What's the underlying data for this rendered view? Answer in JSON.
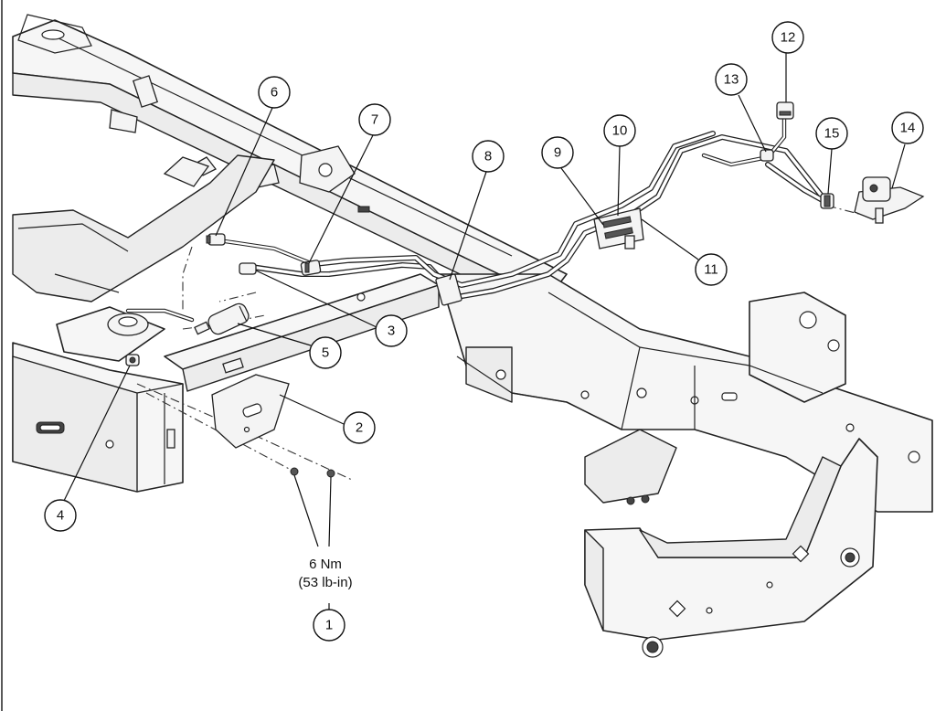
{
  "callouts": [
    {
      "id": "1",
      "label": "1"
    },
    {
      "id": "2",
      "label": "2"
    },
    {
      "id": "3",
      "label": "3"
    },
    {
      "id": "4",
      "label": "4"
    },
    {
      "id": "5",
      "label": "5"
    },
    {
      "id": "6",
      "label": "6"
    },
    {
      "id": "7",
      "label": "7"
    },
    {
      "id": "8",
      "label": "8"
    },
    {
      "id": "9",
      "label": "9"
    },
    {
      "id": "10",
      "label": "10"
    },
    {
      "id": "11",
      "label": "11"
    },
    {
      "id": "12",
      "label": "12"
    },
    {
      "id": "13",
      "label": "13"
    },
    {
      "id": "14",
      "label": "14"
    },
    {
      "id": "15",
      "label": "15"
    }
  ],
  "torque_spec": {
    "metric": "6 Nm",
    "imperial": "(53 lb-in)"
  }
}
